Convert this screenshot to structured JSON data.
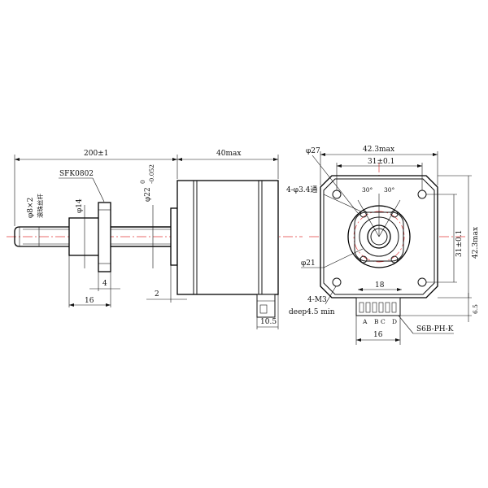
{
  "drawing": {
    "side_view": {
      "overall_length": "200±1",
      "motor_length": "40max",
      "nut_model": "SFK0802",
      "screw_spec": "φ8×2",
      "screw_type": "滚珠丝杆",
      "nut_diameter": "φ14",
      "flange_diameter": "φ22",
      "flange_tol_upper": "0",
      "flange_tol_lower": "-0.052",
      "flange_thickness": "4",
      "nut_length": "16",
      "boss_height": "2",
      "connector_length": "10.5"
    },
    "front_view": {
      "boss_diameter": "φ27",
      "body_width": "42.3max",
      "hole_spacing": "31±0.1",
      "nut_holes": "4-φ3.4通",
      "hole_angle_left": "30°",
      "hole_angle_right": "30°",
      "inner_circle": "φ21",
      "mount_thread": "4-M3",
      "thread_depth": "deep4.5 min",
      "pin_pitch_width": "18",
      "connector_width": "16",
      "pin_labels": [
        "A",
        "B",
        "C",
        "D"
      ],
      "connector_model": "S6B-PH-K",
      "hole_spacing_vertical": "31±0.1",
      "body_height": "42.3max",
      "connector_offset": "6.5"
    }
  }
}
